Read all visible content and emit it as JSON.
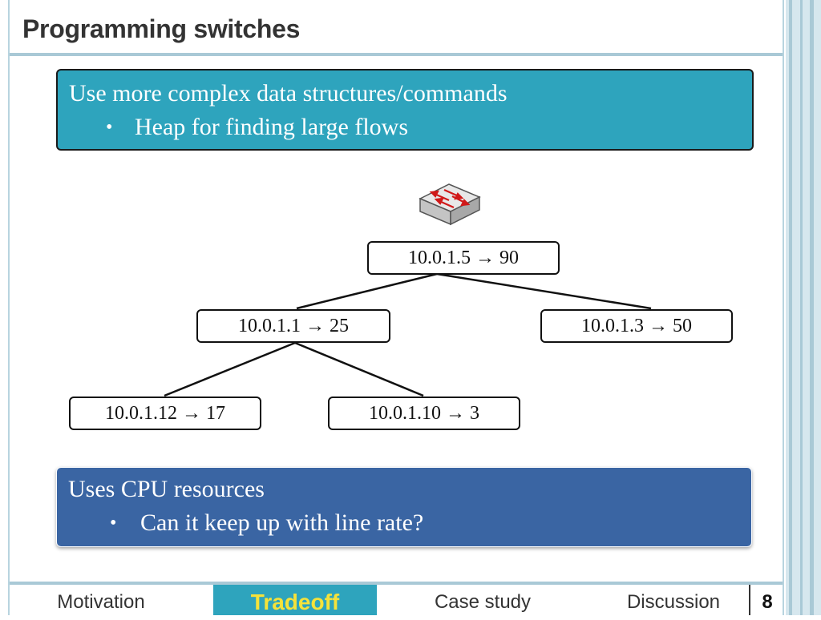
{
  "slide": {
    "title": "Programming switches",
    "callout_top": {
      "main": "Use more complex data structures/commands",
      "bullet_char": "•",
      "sub": "Heap for finding large flows"
    },
    "heap": {
      "root": "10.0.1.5 → 90",
      "left": "10.0.1.1 → 25",
      "right": "10.0.1.3 → 50",
      "left_left": "10.0.1.12 → 17",
      "left_right": "10.0.1.10 → 3"
    },
    "callout_bottom": {
      "main": "Uses CPU resources",
      "bullet_char": "•",
      "sub": "Can it keep up with line rate?"
    }
  },
  "footer": {
    "nav": [
      "Motivation",
      "Tradeoff",
      "Case study",
      "Discussion"
    ],
    "page_number": "8"
  },
  "colors": {
    "accent_teal": "#2ea4bd",
    "accent_blue": "#3a65a3",
    "active_text": "#f5e23a",
    "frame": "#a9c9d6"
  }
}
